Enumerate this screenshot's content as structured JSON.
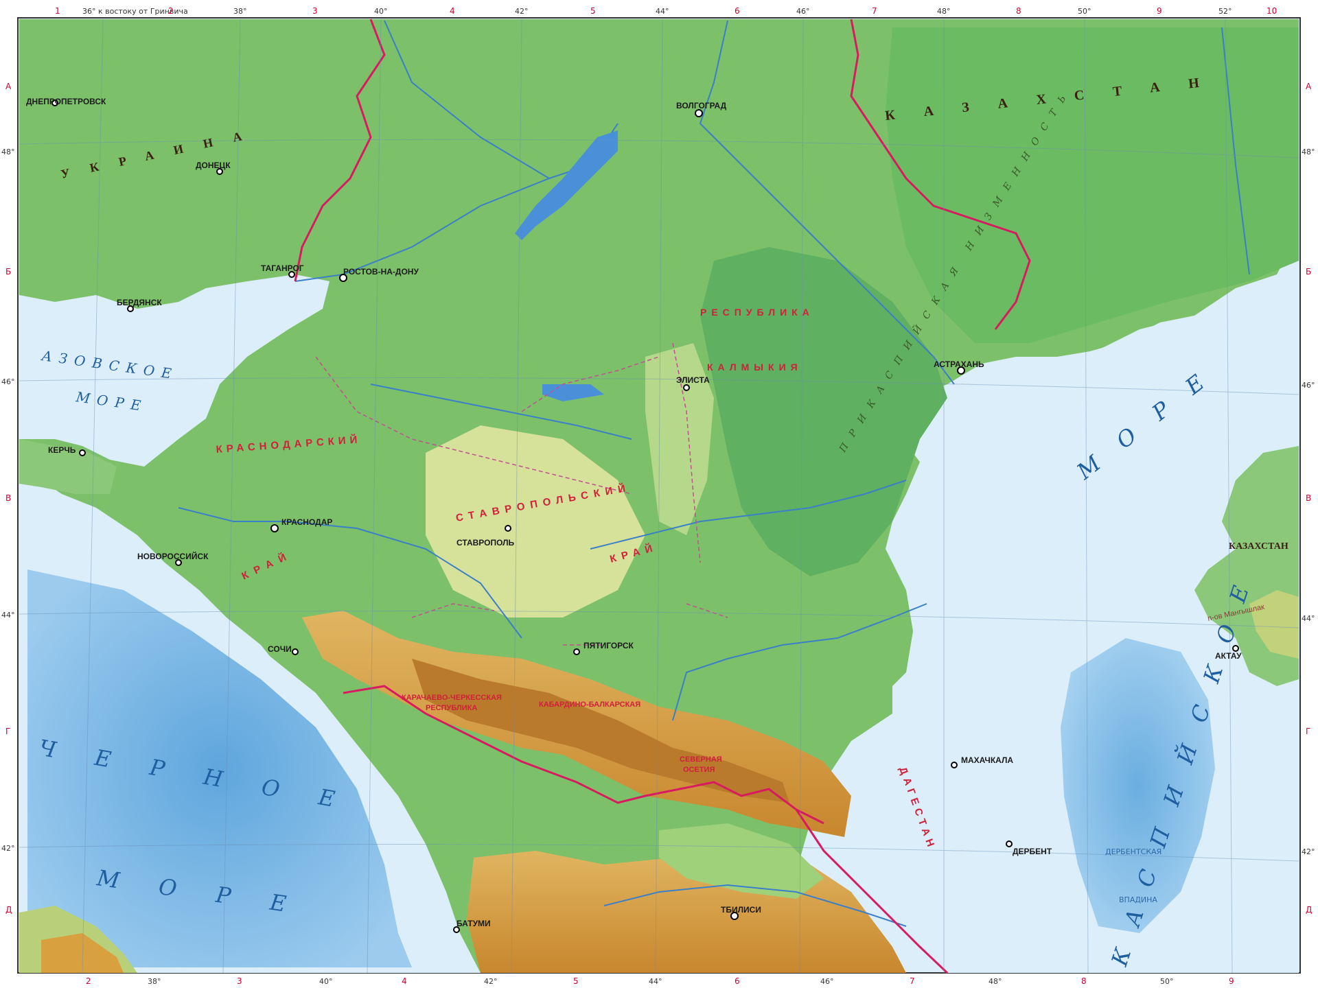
{
  "frame": {
    "top_numbers": [
      "1",
      "2",
      "3",
      "4",
      "5",
      "6",
      "7",
      "8",
      "9",
      "10"
    ],
    "bottom_numbers": [
      "2",
      "3",
      "4",
      "5",
      "6",
      "7",
      "8",
      "9"
    ],
    "row_letters": [
      "А",
      "Б",
      "В",
      "Г",
      "Д"
    ],
    "lon_labels": [
      "36°",
      "38°",
      "40°",
      "42°",
      "44°",
      "46°",
      "48°",
      "50°",
      "52°"
    ],
    "lat_labels": [
      "48°",
      "46°",
      "44°",
      "42°"
    ],
    "top_note": "36° к востоку от Гринвича",
    "colors": {
      "sea_light": "#dceef9",
      "sea_deep": "#7bb9e6",
      "lowland": "#5fb060",
      "plain": "#8cc87a",
      "upland": "#d9e39a",
      "mountain": "#d9a040",
      "high_mountain": "#b9782c",
      "border_state": "#d81b60",
      "border_region": "#c05090",
      "river": "#3a7fc8"
    }
  },
  "seas": {
    "azov_1": "АЗОВСКОЕ",
    "azov_2": "МОРЕ",
    "black_1": "ЧЕРНОЕ",
    "black_2": "МОРЕ",
    "caspian_1": "МОРЕ",
    "caspian_2": "КАСПИЙСКОЕ"
  },
  "countries": {
    "kazakhstan_main": "КАЗАХСТАН",
    "ukraine": "УКРАИНА",
    "kazakhstan_east": "КАЗАХСТАН"
  },
  "regions": {
    "krasnodar_1": "КРАСНОДАРСКИЙ",
    "krasnodar_2": "КРАЙ",
    "stavropol_1": "СТАВРОПОЛЬСКИЙ",
    "stavropol_2": "КРАЙ",
    "kalmykia_1": "РЕСПУБЛИКА",
    "kalmykia_2": "КАЛМЫКИЯ",
    "kchr_1": "КАРАЧАЕВО-ЧЕРКЕССКАЯ",
    "kchr_2": "РЕСПУБЛИКА",
    "kbr": "КАБАРДИНО-БАЛКАРСКАЯ",
    "ossetia_1": "СЕВЕРНАЯ",
    "ossetia_2": "ОСЕТИЯ",
    "dagestan": "ДАГЕСТАН"
  },
  "landforms": {
    "caspian_lowland": "ПРИКАСПИЙСКАЯ НИЗМЕННОСТЬ",
    "derbent_basin": "ДЕРБЕНТСКАЯ",
    "derbent_basin_2": "ВПАДИНА",
    "mangyshlak": "п-ов Мангышлак"
  },
  "cities": {
    "volgograd": "ВОЛГОГРАД",
    "rostov": "РОСТОВ-НА-ДОНУ",
    "astrakhan": "АСТРАХАНЬ",
    "elista": "ЭЛИСТА",
    "makhachkala": "МАХАЧКАЛА",
    "krasnodar": "КРАСНОДАР",
    "stavropol": "СТАВРОПОЛЬ",
    "novorossiysk": "НОВОРОССИЙСК",
    "pyatigorsk": "ПЯТИГОРСК",
    "tbilisi": "ТБИЛИСИ",
    "batumi": "БАТУМИ",
    "derbent": "ДЕРБЕНТ",
    "taganrog": "ТАГАНРОГ",
    "berdyansk": "БЕРДЯНСК",
    "aktau": "АКТАУ",
    "dnepropetrovsk": "ДНЕПРОПЕТРОВСК",
    "donetsk": "ДОНЕЦК",
    "sochi": "СОЧИ",
    "kerch": "КЕРЧЬ"
  }
}
